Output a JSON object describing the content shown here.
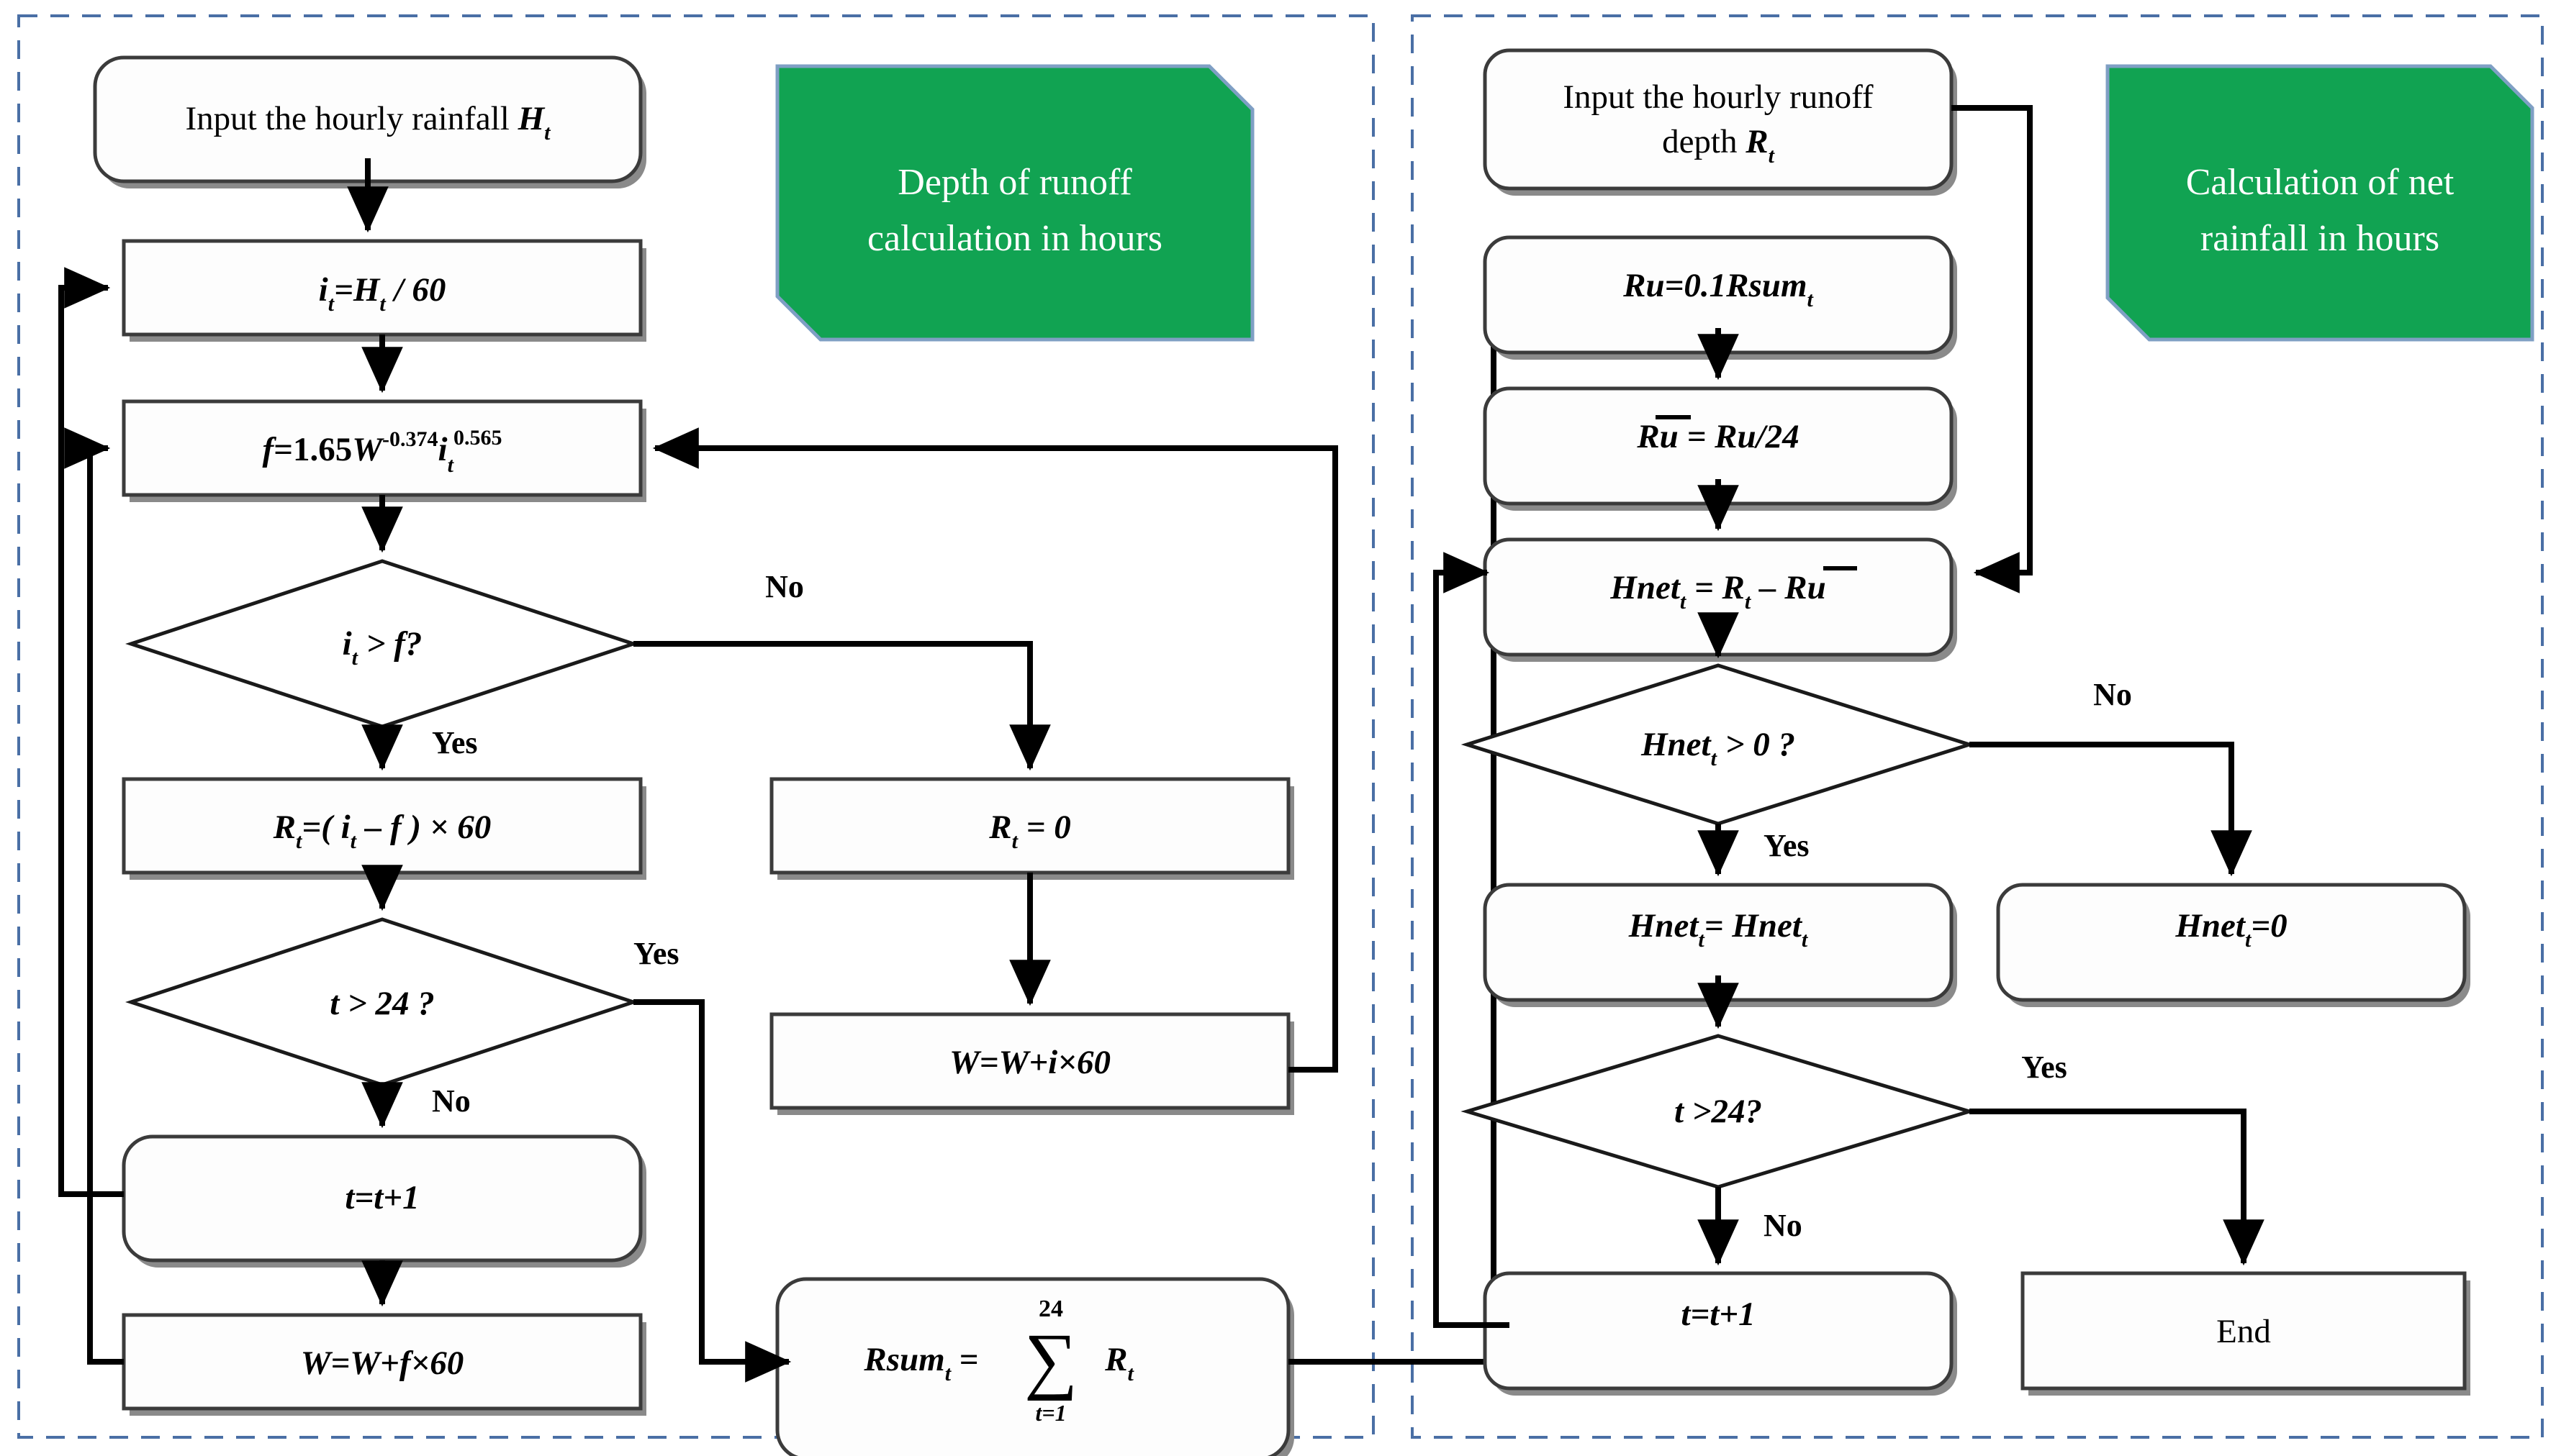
{
  "figure": {
    "type": "flowchart",
    "panels": [
      {
        "id": "left",
        "banner": {
          "line1": "Depth of runoff",
          "line2": "calculation in hours",
          "color": "#11a352"
        },
        "nodes": [
          {
            "id": "L1",
            "shape": "rounded-rect",
            "text": "Input the hourly  rainfall  H",
            "sub": "t"
          },
          {
            "id": "L2",
            "shape": "rect",
            "text": "i",
            "full": "i t =H t  / 60"
          },
          {
            "id": "L3",
            "shape": "rect",
            "full": "f=1.65W -0.374 i t 0.565"
          },
          {
            "id": "L4",
            "shape": "diamond",
            "full": "i t > f ?"
          },
          {
            "id": "L5",
            "shape": "rect",
            "full": "R t =( i t – f ) × 60"
          },
          {
            "id": "L6",
            "shape": "diamond",
            "full": "t > 24 ?"
          },
          {
            "id": "L7",
            "shape": "rounded-rect",
            "full": "t=t+1"
          },
          {
            "id": "L8",
            "shape": "rect",
            "full": "W=W+f×60"
          },
          {
            "id": "L9",
            "shape": "rect",
            "full": "R t = 0"
          },
          {
            "id": "L10",
            "shape": "rect",
            "full": "W=W+i×60"
          },
          {
            "id": "L11",
            "shape": "rounded-rect",
            "full": "Rsum t = ∑ 24 t=1 R t"
          }
        ],
        "edge_labels": [
          "No",
          "Yes",
          "Yes",
          "No"
        ]
      },
      {
        "id": "right",
        "banner": {
          "line1": "Calculation of net",
          "line2": "rainfall in hours",
          "color": "#11a352"
        },
        "nodes": [
          {
            "id": "R1",
            "shape": "rounded-rect",
            "full": "Input the hourly  runoff depth R t"
          },
          {
            "id": "R2",
            "shape": "rounded-rect",
            "full": "Ru=0.1Rsum t"
          },
          {
            "id": "R3",
            "shape": "rounded-rect",
            "full": "R̄u = Ru/24"
          },
          {
            "id": "R4",
            "shape": "rounded-rect",
            "full": "Hnet t = R t – R̄u"
          },
          {
            "id": "R5",
            "shape": "diamond",
            "full": "Hnet t > 0 ?"
          },
          {
            "id": "R6",
            "shape": "rounded-rect",
            "full": "Hnet t = Hnet t"
          },
          {
            "id": "R7",
            "shape": "rounded-rect",
            "full": "Hnet t =0"
          },
          {
            "id": "R8",
            "shape": "diamond",
            "full": "t >24?"
          },
          {
            "id": "R9",
            "shape": "rounded-rect",
            "full": "t=t+1"
          },
          {
            "id": "R10",
            "shape": "rect",
            "full": "End"
          }
        ],
        "edge_labels": [
          "No",
          "Yes",
          "Yes",
          "No"
        ]
      }
    ]
  },
  "left_panel": {
    "banner_line1": "Depth of runoff",
    "banner_line2": "calculation in hours",
    "n_input": "Input the hourly  rainfall ",
    "n_input_var": "H",
    "n_input_sub": "t",
    "n_i_a": "i",
    "n_i_a_sub": "t",
    "n_i_b": "=H",
    "n_i_b_sub": "t",
    "n_i_c": " / 60",
    "n_f_a": "f",
    "n_f_b": "=1.65",
    "n_f_W": "W",
    "n_f_Wexp": "-0.374",
    "n_f_i": "i",
    "n_f_isub": "t",
    "n_f_iexp": "0.565",
    "d_if_a": "i",
    "d_if_sub": "t",
    "d_if_b": " > ",
    "d_if_f": "f",
    "d_if_q": "?",
    "n_R_a": "R",
    "n_R_sub": "t",
    "n_R_b": "=( ",
    "n_R_i": "i",
    "n_R_isub": "t",
    "n_R_c": " – ",
    "n_R_f": "f",
    "n_R_d": " ) × 60",
    "d_t24": "t > 24 ?",
    "n_t1": "t=t+1",
    "n_Wf_a": "W=W+",
    "n_Wf_f": "f",
    "n_Wf_b": "×60",
    "n_R0_a": "R",
    "n_R0_sub": "t",
    "n_R0_b": " = 0",
    "n_Wi_a": "W=W+",
    "n_Wi_i": "i",
    "n_Wi_b": "×60",
    "n_rsum_a": "Rsum",
    "n_rsum_sub": "t",
    "n_rsum_eq": " = ",
    "n_rsum_sigma": "∑",
    "n_rsum_upper": "24",
    "n_rsum_lower": "t=1",
    "n_rsum_R": "R",
    "n_rsum_Rsub": "t",
    "lbl_no_top": "No",
    "lbl_yes_if": "Yes",
    "lbl_yes_t24": "Yes",
    "lbl_no_t24": "No"
  },
  "right_panel": {
    "banner_line1": "Calculation of net",
    "banner_line2": "rainfall in hours",
    "n_input_l1": "Input the hourly  runoff",
    "n_input_l2": "depth ",
    "n_input_var": "R",
    "n_input_sub": "t",
    "n_ru_a": "Ru=0.1Rsum",
    "n_ru_sub": "t",
    "n_rubar_a": "Ru",
    "n_rubar_b": " = Ru/24",
    "n_hnet_a": "Hnet",
    "n_hnet_sub": "t",
    "n_hnet_b": " = R",
    "n_hnet_Rsub": "t",
    "n_hnet_c": " – ",
    "n_hnet_ru": "Ru",
    "d_hnet_a": "Hnet",
    "d_hnet_sub": "t",
    "d_hnet_b": " > 0 ?",
    "n_hh_a": "Hnet",
    "n_hh_sub1": "t",
    "n_hh_b": "= Hnet",
    "n_hh_sub2": "t",
    "n_h0_a": "Hnet",
    "n_h0_sub": "t",
    "n_h0_b": "=0",
    "d_t24": "t >24?",
    "n_t1": "t=t+1",
    "n_end": "End",
    "lbl_no_hnet": "No",
    "lbl_yes_hnet": "Yes",
    "lbl_yes_t24": "Yes",
    "lbl_no_t24": "No"
  },
  "colors": {
    "banner_fill": "#11a352",
    "banner_stroke": "#7f9fc4",
    "panel_dash": "#4a6fa5",
    "node_stroke": "#3b3b3b",
    "line": "#000000"
  }
}
